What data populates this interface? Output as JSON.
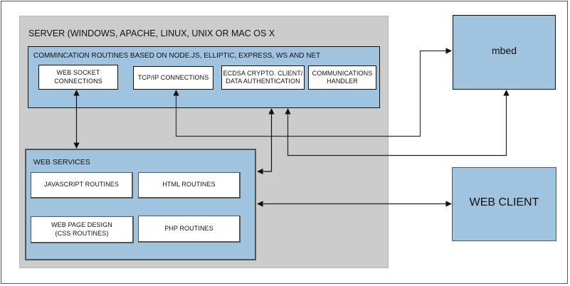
{
  "diagram": {
    "server": {
      "title": "SERVER (WINDOWS, APACHE, LINUX, UNIX OR MAC OS X",
      "comm_routines": {
        "title": "COMMINCATION ROUTINES BASED ON NODE.JS, ELLIPTIC, EXPRESS, WS AND NET",
        "modules": [
          {
            "line1": "WEB SOCKET",
            "line2": "CONNECTIONS"
          },
          {
            "line1": "TCP/IP CONNECTIONS",
            "line2": ""
          },
          {
            "line1": "ECDSA CRYPTO. CLIENT/",
            "line2": "DATA AUTHENTICATION"
          },
          {
            "line1": "COMMUNICATIONS",
            "line2": "HANDLER"
          }
        ]
      },
      "web_services": {
        "title": "WEB SERVICES",
        "modules": [
          {
            "line1": "JAVASCRIPT ROUTINES",
            "line2": ""
          },
          {
            "line1": "HTML ROUTINES",
            "line2": ""
          },
          {
            "line1": "WEB PAGE DESIGN",
            "line2": "(CSS ROUTINES)"
          },
          {
            "line1": "PHP ROUTINES",
            "line2": ""
          }
        ]
      }
    },
    "mbed": {
      "label": "mbed"
    },
    "web_client": {
      "label": "WEB CLIENT"
    },
    "connections": [
      {
        "from": "WEB SOCKET CONNECTIONS",
        "to": "WEB SERVICES",
        "direction": "bidirectional"
      },
      {
        "from": "TCP/IP CONNECTIONS",
        "to": "mbed",
        "direction": "bidirectional"
      },
      {
        "from": "COMMINCATION ROUTINES",
        "to": "WEB SERVICES",
        "direction": "bidirectional"
      },
      {
        "from": "mbed",
        "to": "COMMINCATION ROUTINES",
        "direction": "bidirectional"
      },
      {
        "from": "WEB SERVICES",
        "to": "WEB CLIENT",
        "direction": "bidirectional"
      }
    ],
    "colors": {
      "server_fill": "#cccccc",
      "block_fill": "#a0c4e0",
      "module_fill": "#ffffff",
      "line": "#111111"
    }
  }
}
